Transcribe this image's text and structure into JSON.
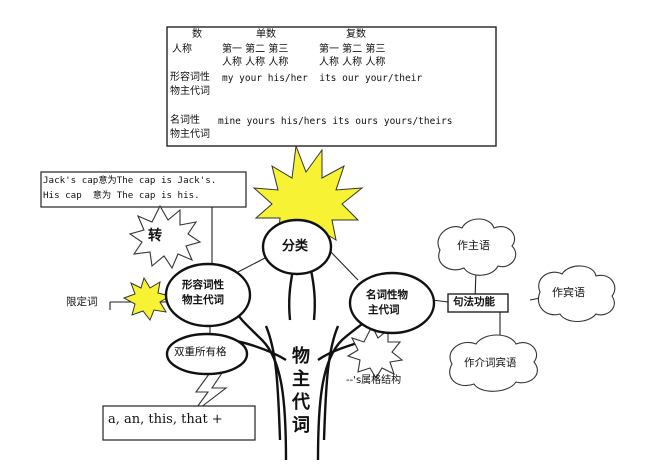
{
  "table": {
    "header_number": "数",
    "header_person": "人称",
    "header_singular": "单数",
    "header_plural": "复数",
    "persons_row1": "第一 第二 第三",
    "persons_row2": "人称 人称 人称",
    "persons_plural_row1": "第一 第二 第三",
    "persons_plural_row2": "人称 人称 人称",
    "adj_label_1": "形容词性",
    "adj_label_2": "物主代词",
    "adj_values": "my your his/her  its our your/their",
    "noun_label_1": "名词性",
    "noun_label_2": "物主代词",
    "noun_values": "mine yours his/hers its ours yours/theirs"
  },
  "note_box": {
    "line1": "Jack's cap意为The cap is Jack's.",
    "line2": "His cap  意为 The cap is his."
  },
  "nodes": {
    "transform": "转",
    "classify": "分类",
    "adj_1": "形容词性",
    "adj_2": "物主代词",
    "noun_1": "名词性物",
    "noun_2": "主代词",
    "limiter": "限定词",
    "double_possessive": "双重所有格",
    "genitive": "--'s属格结构",
    "syntax": "句法功能",
    "subject": "作主语",
    "object": "作宾语",
    "prep_object": "作介词宾语",
    "trunk": [
      "物",
      "主",
      "代",
      "词"
    ],
    "bottom_box": "a, an, this, that +"
  }
}
